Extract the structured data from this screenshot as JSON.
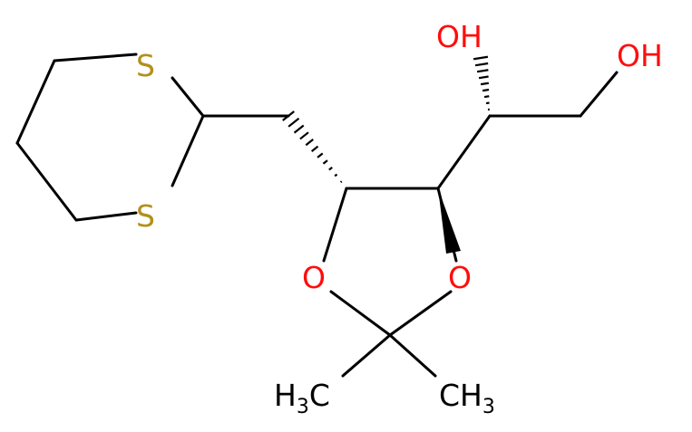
{
  "molecule": {
    "atoms": {
      "sulfur_top": "S",
      "sulfur_bottom": "S",
      "oxygen_ring_left": "O",
      "oxygen_ring_right": "O",
      "hydroxyl_top": "OH",
      "hydroxyl_right": "OH",
      "methyl_left": {
        "main": "H",
        "sub": "3",
        "tail": "C"
      },
      "methyl_right": {
        "main": "CH",
        "sub": "3"
      }
    },
    "colors": {
      "bond": "#000000",
      "oxygen": "#ff0d0d",
      "sulfur": "#b29019",
      "carbon": "#000000"
    }
  }
}
